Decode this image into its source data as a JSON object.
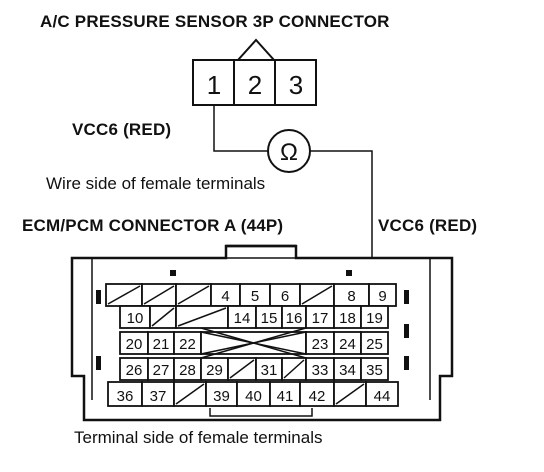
{
  "labels": {
    "sensor_title": "A/C PRESSURE SENSOR 3P CONNECTOR",
    "vcc_left": "VCC6 (RED)",
    "wire_side": "Wire side of female terminals",
    "ecm_title": "ECM/PCM CONNECTOR A (44P)",
    "vcc_right": "VCC6 (RED)",
    "terminal_side": "Terminal side of female terminals"
  },
  "meter_symbol": "Ω",
  "sensor_pins": [
    "1",
    "2",
    "3"
  ],
  "ecm_rows": [
    [
      "/",
      "/",
      "/",
      "4",
      "5",
      "6",
      "/",
      "8",
      "9"
    ],
    [
      "10",
      "/",
      "/",
      "14",
      "15",
      "16",
      "17",
      "18",
      "19"
    ],
    [
      "20",
      "21",
      "22",
      "X",
      "23",
      "24",
      "25"
    ],
    [
      "26",
      "27",
      "28",
      "29",
      "/",
      "31",
      "/",
      "33",
      "34",
      "35"
    ],
    [
      "36",
      "37",
      "/",
      "39",
      "40",
      "41",
      "42",
      "/",
      "44"
    ]
  ],
  "icons": {
    "meter": "ohmmeter-icon",
    "sensor": "sensor-connector-icon",
    "ecm": "ecm-connector-icon"
  }
}
